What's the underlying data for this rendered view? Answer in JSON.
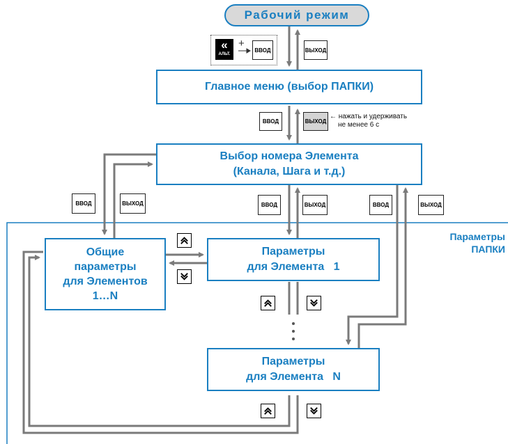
{
  "boxes": {
    "mode": "Рабочий режим",
    "main_menu": "Главное меню (выбор ПАПКИ)",
    "element_select_line1": "Выбор номера Элемента",
    "element_select_line2": "(Канала, Шага и т.д.)",
    "common_params_line1": "Общие",
    "common_params_line2": "параметры",
    "common_params_line3": "для Элементов",
    "common_params_line4": "1…N",
    "params_el1_line1": "Параметры",
    "params_el1_line2": "для Элемента   1",
    "params_elN_line1": "Параметры",
    "params_elN_line2": "для Элемента   N"
  },
  "keys": {
    "enter": "ВВОД",
    "exit": "ВЫХОД",
    "alt": "АЛЬТ.",
    "back_glyph": "«",
    "plus": "+",
    "up_icon": "double-chevron-up",
    "down_icon": "double-chevron-down"
  },
  "note": {
    "line1": "нажать и удерживать",
    "line2": "не менее 6 с",
    "arrow": "←"
  },
  "section_label": {
    "line1": "Параметры",
    "line2": "ПАПКИ"
  },
  "colors": {
    "blue": "#1a7fc1",
    "arrow_gray": "#7a7a7a"
  }
}
